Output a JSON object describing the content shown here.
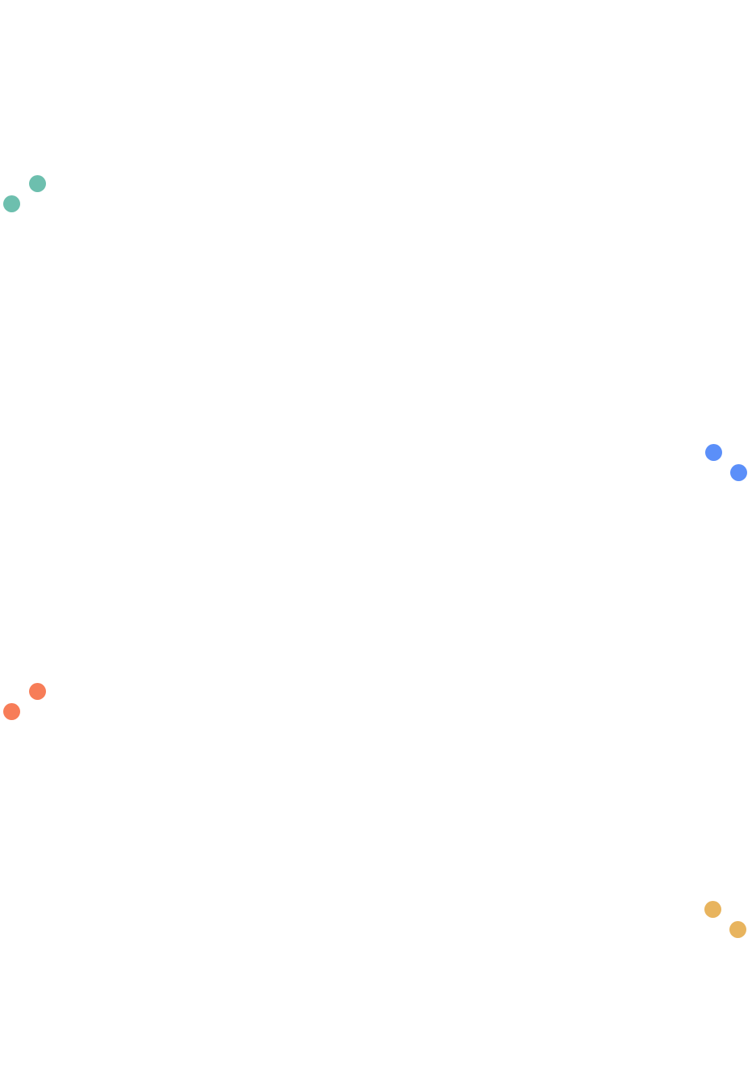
{
  "dot_groups": [
    {
      "id": "teal",
      "color": "#6dbfae"
    },
    {
      "id": "blue",
      "color": "#5b8ff9"
    },
    {
      "id": "coral",
      "color": "#f77d58"
    },
    {
      "id": "amber",
      "color": "#e8b45e"
    }
  ]
}
